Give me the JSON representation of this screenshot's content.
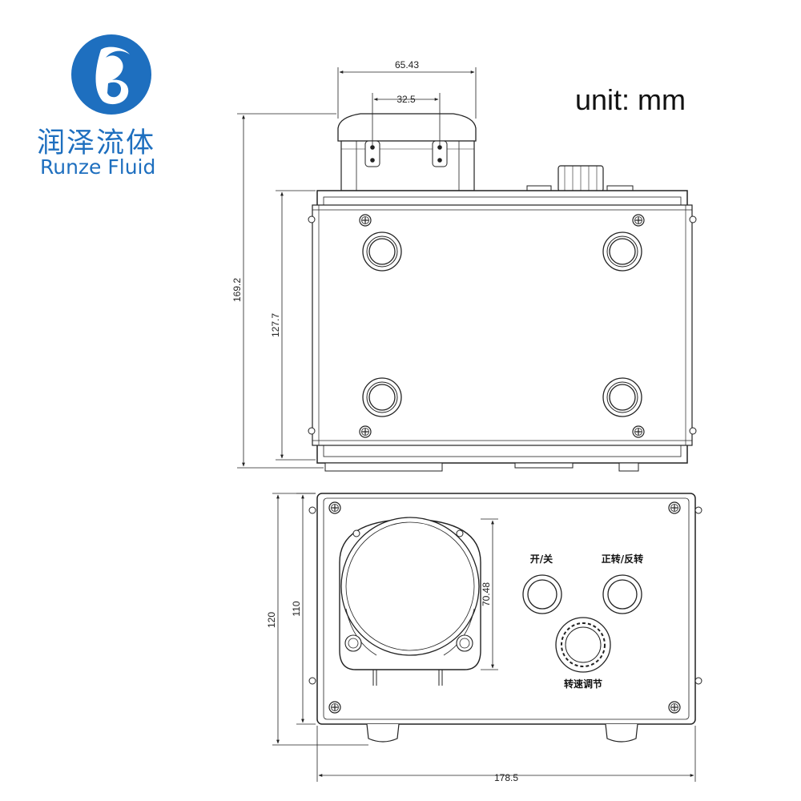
{
  "brand": {
    "name_cn": "润泽流体",
    "name_en": "Runze Fluid",
    "color": "#1e6fbf"
  },
  "unit_label": "unit: mm",
  "top_view": {
    "dims": {
      "top_width": "65.43",
      "inner_width": "32.5",
      "total_height": "169.2",
      "body_height": "127.7"
    }
  },
  "front_view": {
    "dims": {
      "pump_head": "70.48",
      "inner_height": "110",
      "total_height": "120",
      "width": "178.5"
    },
    "labels": {
      "power": "开/关",
      "direction": "正转/反转",
      "speed": "转速调节"
    }
  }
}
